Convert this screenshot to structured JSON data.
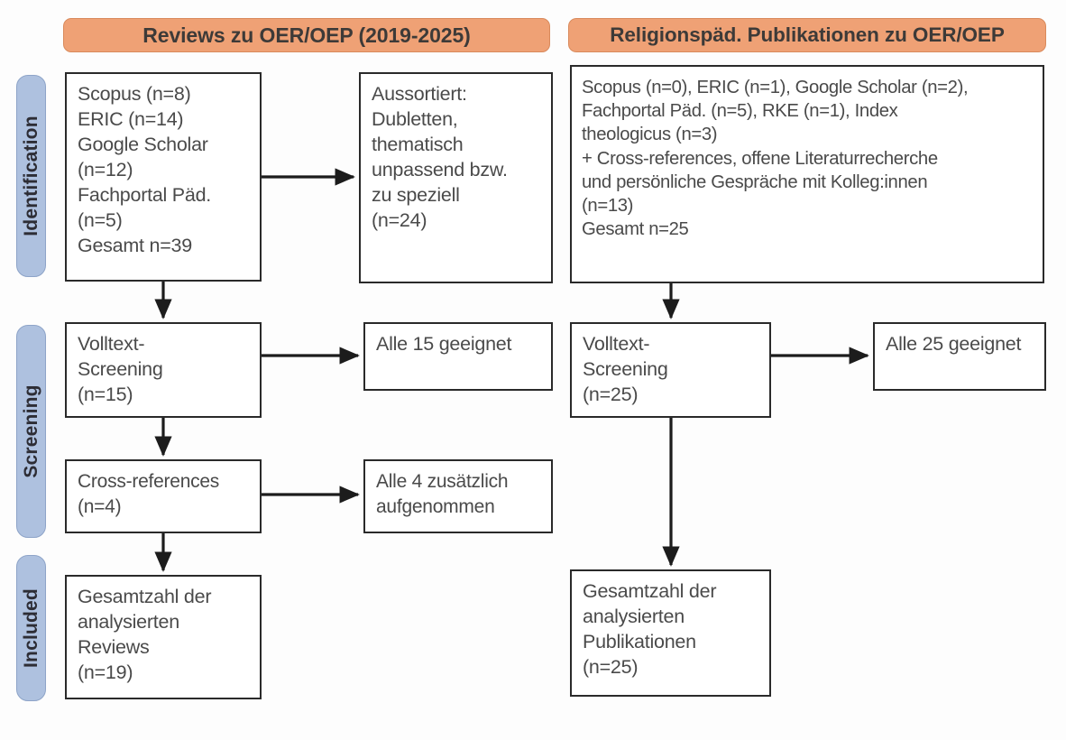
{
  "diagram": {
    "title": "PRISMA-Flussdiagramm",
    "colors": {
      "header_fill": "#efa175",
      "stage_tab_fill": "#aec1df",
      "box_border": "#2a2a2a",
      "text": "#4a4a4a",
      "background": "#fdfdfd"
    }
  },
  "stages": [
    {
      "id": "identification",
      "label": "Identification"
    },
    {
      "id": "screening",
      "label": "Screening"
    },
    {
      "id": "included",
      "label": "Included"
    }
  ],
  "columns": [
    {
      "id": "reviews",
      "header": "Reviews zu OER/OEP (2019-2025)"
    },
    {
      "id": "religionspaed",
      "header": "Religionspäd. Publikationen zu OER/OEP"
    }
  ],
  "boxes": {
    "left_identification_sources": "Scopus (n=8)\nERIC (n=14)\nGoogle Scholar\n(n=12)\nFachportal Päd.\n(n=5)\nGesamt n=39",
    "left_excluded": "Aussortiert:\nDubletten,\nthematisch\nunpassend bzw.\nzu speziell\n(n=24)",
    "left_fulltext_screening": "Volltext-\nScreening\n(n=15)",
    "left_fulltext_result": "Alle 15 geeignet",
    "left_cross_references": "Cross-references\n(n=4)",
    "left_cross_references_result": "Alle 4 zusätzlich\naufgenommen",
    "left_included_total": "Gesamtzahl der\nanalysierten\nReviews\n(n=19)",
    "right_identification_sources": "Scopus (n=0), ERIC (n=1), Google Scholar (n=2),\nFachportal Päd. (n=5), RKE (n=1), Index\ntheologicus (n=3)\n+ Cross-references, offene Literaturrecherche\nund persönliche Gespräche mit Kolleg:innen\n(n=13)\nGesamt n=25",
    "right_fulltext_screening": "Volltext-\nScreening\n(n=25)",
    "right_fulltext_result": "Alle 25 geeignet",
    "right_included_total": "Gesamtzahl der\nanalysierten\nPublikationen\n(n=25)"
  },
  "chart_data": {
    "type": "diagram",
    "diagram_type": "prisma-flow",
    "title": "PRISMA flow diagram (two parallel searches)",
    "stages": [
      "Identification",
      "Screening",
      "Included"
    ],
    "streams": [
      {
        "name": "Reviews zu OER/OEP (2019-2025)",
        "sources": [
          {
            "database": "Scopus",
            "n": 8
          },
          {
            "database": "ERIC",
            "n": 14
          },
          {
            "database": "Google Scholar",
            "n": 12
          },
          {
            "database": "Fachportal Päd.",
            "n": 5
          }
        ],
        "total_identified": 39,
        "excluded": {
          "reasons": "Dubletten, thematisch unpassend bzw. zu speziell",
          "n": 24
        },
        "fulltext_screening_n": 15,
        "fulltext_eligible_n": 15,
        "cross_references_n": 4,
        "cross_references_added_n": 4,
        "included_n": 19,
        "included_label": "Gesamtzahl der analysierten Reviews"
      },
      {
        "name": "Religionspäd. Publikationen zu OER/OEP",
        "sources": [
          {
            "database": "Scopus",
            "n": 0
          },
          {
            "database": "ERIC",
            "n": 1
          },
          {
            "database": "Google Scholar",
            "n": 2
          },
          {
            "database": "Fachportal Päd.",
            "n": 5
          },
          {
            "database": "RKE",
            "n": 1
          },
          {
            "database": "Index theologicus",
            "n": 3
          },
          {
            "database": "Cross-references, offene Literaturrecherche und persönliche Gespräche mit Kolleg:innen",
            "n": 13
          }
        ],
        "total_identified": 25,
        "fulltext_screening_n": 25,
        "fulltext_eligible_n": 25,
        "included_n": 25,
        "included_label": "Gesamtzahl der analysierten Publikationen"
      }
    ]
  }
}
